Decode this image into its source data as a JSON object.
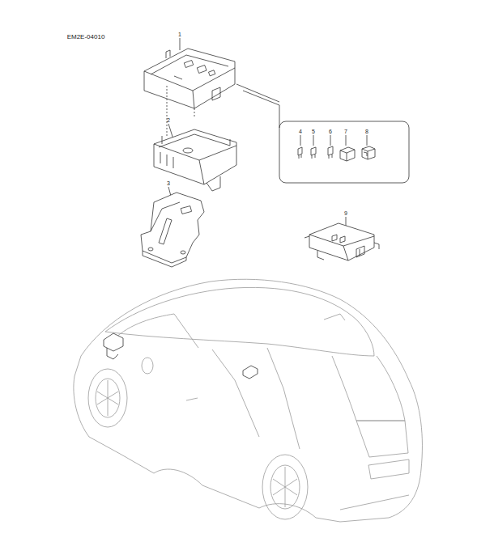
{
  "diagram": {
    "labels": [
      "EM2E-04010",
      "1",
      "2",
      "3",
      "4",
      "5",
      "6",
      "7",
      "8",
      "9"
    ]
  }
}
